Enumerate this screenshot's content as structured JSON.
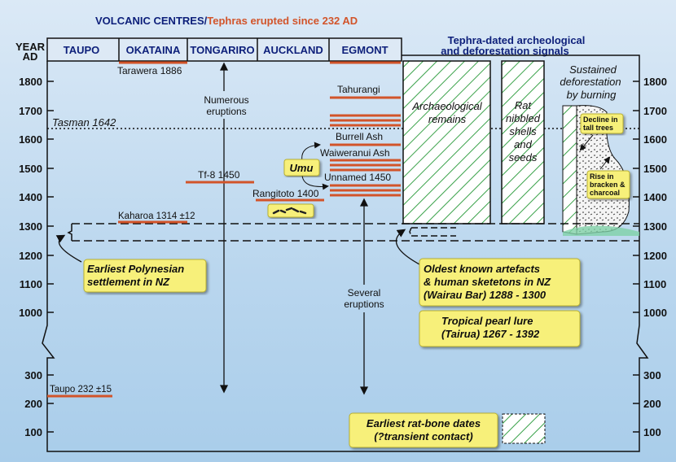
{
  "title": {
    "part1": "VOLCANIC CENTRES/",
    "part2": "Tephras erupted since 232 AD"
  },
  "axis": {
    "label1": "YEAR",
    "label2": "AD",
    "upper_ticks": [
      "1800",
      "1700",
      "1600",
      "1500",
      "1400",
      "1300",
      "1200",
      "1100",
      "1000"
    ],
    "lower_ticks": [
      "300",
      "200",
      "100"
    ]
  },
  "columns": [
    "TAUPO",
    "OKATAINA",
    "TONGARIRO",
    "AUCKLAND",
    "EGMONT"
  ],
  "signals_heading": {
    "line1": "Tephra-dated archeological",
    "line2": "and deforestation signals"
  },
  "eruptions": {
    "tarawera": "Tarawera 1886",
    "numerous1": "Numerous",
    "numerous2": "eruptions",
    "tahurangi": "Tahurangi",
    "burrell": "Burrell Ash",
    "waiweranui": "Waiweranui Ash",
    "unnamed": "Unnamed 1450",
    "tf8": "Tf-8 1450",
    "rangitoto": "Rangitoto 1400",
    "kaharoa": "Kaharoa 1314 ±12",
    "taupo": "Taupo 232 ±15",
    "several1": "Several",
    "several2": "eruptions"
  },
  "tasman": "Tasman 1642",
  "umu": "Umu",
  "panels": {
    "arch1": "Archaeological",
    "arch2": "remains",
    "rat1": "Rat",
    "rat2": "nibbled",
    "rat3": "shells",
    "rat4": "and",
    "rat5": "seeds",
    "def1": "Sustained",
    "def2": "deforestation",
    "def3": "by burning",
    "decline1": "Decline in",
    "decline2": "tall trees",
    "rise1": "Rise in",
    "rise2": "bracken &",
    "rise3": "charcoal"
  },
  "callouts": {
    "settle1": "Earliest Polynesian",
    "settle2": "settlement in NZ",
    "oldest1": "Oldest known artefacts",
    "oldest2": "& human sketetons in NZ",
    "oldest3": "(Wairau Bar) 1288 - 1300",
    "pearl1": "Tropical pearl lure",
    "pearl2": "(Tairua) 1267 - 1392",
    "rat1": "Earliest rat-bone dates",
    "rat2": "(?transient contact)"
  },
  "colors": {
    "tephra": "#d2542a",
    "header": "#0d1f7a",
    "callout": "#f7f07a",
    "hatch": "#3aa24a"
  }
}
